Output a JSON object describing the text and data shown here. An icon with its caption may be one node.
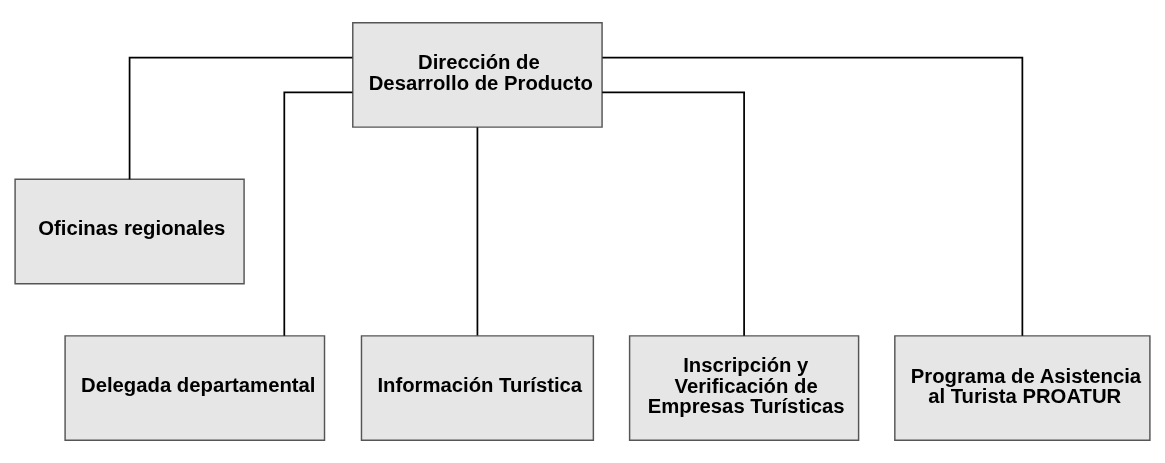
{
  "diagram": {
    "nodes": [
      {
        "text": [
          "Dirección de Desarrollo de Producto"
        ]
      },
      {
        "text": [
          "Oficinas regionales"
        ]
      },
      {
        "text": [
          "Delegada departamental"
        ]
      },
      {
        "text": [
          "Información Turística"
        ]
      },
      {
        "text": [
          "Inscripción y Verificación de Empresas Turísticas"
        ]
      },
      {
        "text": [
          "Programa de Asistencia al Turista PROATUR"
        ]
      }
    ],
    "edges": [
      {
        "from": 0,
        "to": 1,
        "arrow": "none"
      },
      {
        "from": 0,
        "to": 2,
        "arrow": "none"
      },
      {
        "from": 0,
        "to": 3,
        "arrow": "none"
      },
      {
        "from": 0,
        "to": 4,
        "arrow": "none"
      },
      {
        "from": 0,
        "to": 5,
        "arrow": "none"
      }
    ]
  }
}
